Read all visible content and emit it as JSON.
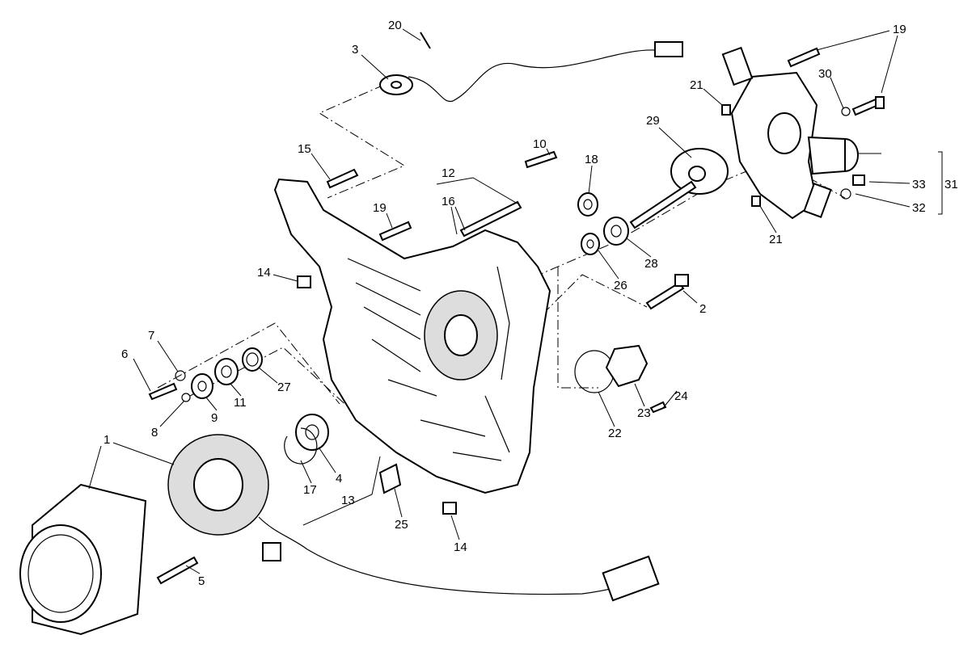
{
  "diagram": {
    "type": "exploded parts diagram",
    "callouts": [
      "20",
      "3",
      "19",
      "30",
      "21",
      "29",
      "10",
      "18",
      "12",
      "15",
      "16",
      "19",
      "33",
      "31",
      "32",
      "21",
      "14",
      "26",
      "28",
      "2",
      "7",
      "6",
      "27",
      "11",
      "9",
      "8",
      "24",
      "23",
      "22",
      "1",
      "17",
      "4",
      "13",
      "25",
      "14",
      "5"
    ]
  }
}
